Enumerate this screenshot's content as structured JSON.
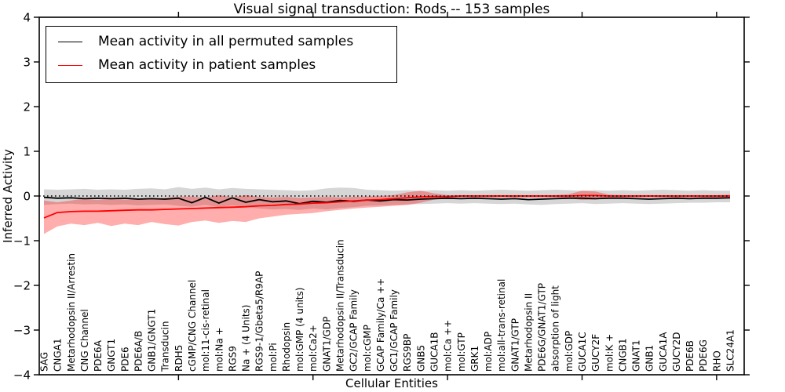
{
  "figure": {
    "title": "Visual signal transduction: Rods -- 153 samples",
    "xlabel": "Cellular Entities",
    "ylabel": "Inferred Activity"
  },
  "chart_data": {
    "type": "line",
    "title": "Visual signal transduction: Rods -- 153 samples",
    "xlabel": "Cellular Entities",
    "ylabel": "Inferred Activity",
    "ylim": [
      -4,
      4
    ],
    "yticks": [
      -4,
      -3,
      -2,
      -1,
      0,
      1,
      2,
      3,
      4
    ],
    "x_major_tick_step": 10,
    "grid": false,
    "legend_position": "upper left",
    "zero_reference_line": {
      "y": 0,
      "style": "dotted",
      "color": "#000000"
    },
    "categories": [
      "SAG",
      "CNGA1",
      "Metarhodopsin II/Arrestin",
      "CNG Channel",
      "PDE6A",
      "GNGT1",
      "PDE6",
      "PDE6A/B",
      "GNB1/GNGT1",
      "Transducin",
      "RDH5",
      "cGMP/CNG Channel",
      "mol:11-cis-retinal",
      "mol:Na +",
      "RGS9",
      "Na + (4 Units)",
      "RGS9-1/Gbeta5/R9AP",
      "mol:Pi",
      "Rhodopsin",
      "mol:GMP (4 units)",
      "mol:Ca2+",
      "GNAT1/GDP",
      "Metarhodopsin II/Transducin",
      "GC2/GCAP Family",
      "mol:cGMP",
      "GCAP Family/Ca ++",
      "GC1/GCAP Family",
      "RGS9BP",
      "GNB5",
      "GUCA1B",
      "mol:Ca ++",
      "mol:GTP",
      "GRK1",
      "mol:ADP",
      "mol:all-trans-retinal",
      "GNAT1/GTP",
      "Metarhodopsin II",
      "PDE6G/GNAT1/GTP",
      "absorption of light",
      "mol:GDP",
      "GUCA1C",
      "GUCY2F",
      "mol:K +",
      "CNGB1",
      "GNAT1",
      "GNB1",
      "GUCA1A",
      "GUCY2D",
      "PDE6B",
      "PDE6G",
      "RHO",
      "SLC24A1"
    ],
    "series": [
      {
        "name": "Mean activity in all permuted samples",
        "color": "#000000",
        "band_color": "rgba(0,0,0,0.16)",
        "values": [
          -0.03,
          -0.05,
          -0.04,
          -0.06,
          -0.05,
          -0.06,
          -0.05,
          -0.07,
          -0.06,
          -0.07,
          -0.05,
          -0.15,
          -0.03,
          -0.16,
          -0.04,
          -0.14,
          -0.08,
          -0.13,
          -0.11,
          -0.17,
          -0.12,
          -0.14,
          -0.1,
          -0.12,
          -0.09,
          -0.11,
          -0.08,
          -0.09,
          -0.07,
          -0.06,
          -0.05,
          -0.06,
          -0.05,
          -0.06,
          -0.07,
          -0.06,
          -0.08,
          -0.07,
          -0.06,
          -0.05,
          -0.05,
          -0.06,
          -0.05,
          -0.05,
          -0.06,
          -0.07,
          -0.06,
          -0.05,
          -0.06,
          -0.05,
          -0.05,
          -0.04
        ],
        "band_hi": [
          0.15,
          0.14,
          0.15,
          0.16,
          0.14,
          0.15,
          0.14,
          0.16,
          0.17,
          0.15,
          0.2,
          0.16,
          0.19,
          0.15,
          0.18,
          0.16,
          0.15,
          0.14,
          0.13,
          0.12,
          0.13,
          0.17,
          0.19,
          0.18,
          0.14,
          0.13,
          0.12,
          0.13,
          0.12,
          0.13,
          0.12,
          0.13,
          0.12,
          0.13,
          0.14,
          0.13,
          0.12,
          0.13,
          0.14,
          0.13,
          0.12,
          0.13,
          0.12,
          0.13,
          0.12,
          0.13,
          0.14,
          0.13,
          0.12,
          0.13,
          0.12,
          0.12
        ],
        "band_lo": [
          -0.2,
          -0.18,
          -0.17,
          -0.19,
          -0.18,
          -0.2,
          -0.19,
          -0.21,
          -0.2,
          -0.19,
          -0.22,
          -0.24,
          -0.2,
          -0.25,
          -0.21,
          -0.24,
          -0.28,
          -0.3,
          -0.29,
          -0.31,
          -0.28,
          -0.3,
          -0.27,
          -0.25,
          -0.22,
          -0.21,
          -0.2,
          -0.19,
          -0.18,
          -0.17,
          -0.16,
          -0.17,
          -0.16,
          -0.17,
          -0.18,
          -0.17,
          -0.19,
          -0.2,
          -0.18,
          -0.17,
          -0.16,
          -0.18,
          -0.17,
          -0.16,
          -0.17,
          -0.18,
          -0.17,
          -0.16,
          -0.15,
          -0.15,
          -0.14,
          -0.14
        ]
      },
      {
        "name": "Mean activity in patient samples",
        "color": "#ff0000",
        "band_color": "rgba(255,0,0,0.32)",
        "values": [
          -0.49,
          -0.37,
          -0.35,
          -0.34,
          -0.34,
          -0.33,
          -0.32,
          -0.31,
          -0.31,
          -0.3,
          -0.29,
          -0.28,
          -0.27,
          -0.26,
          -0.25,
          -0.24,
          -0.22,
          -0.21,
          -0.19,
          -0.18,
          -0.16,
          -0.15,
          -0.13,
          -0.11,
          -0.09,
          -0.08,
          -0.06,
          -0.04,
          -0.02,
          -0.01,
          -0.01,
          0.0,
          0.0,
          0.0,
          0.0,
          0.0,
          0.0,
          0.0,
          0.0,
          0.0,
          0.01,
          0.01,
          0.0,
          0.0,
          0.0,
          0.0,
          0.0,
          0.0,
          0.0,
          0.0,
          0.0,
          0.0
        ],
        "band_hi": [
          -0.1,
          -0.14,
          -0.1,
          -0.06,
          -0.09,
          -0.05,
          -0.08,
          -0.06,
          -0.07,
          -0.04,
          -0.02,
          -0.01,
          -0.04,
          0.02,
          -0.03,
          0.02,
          -0.02,
          -0.03,
          -0.02,
          -0.04,
          -0.03,
          -0.02,
          -0.03,
          -0.02,
          -0.01,
          0.0,
          0.02,
          0.08,
          0.12,
          0.06,
          0.02,
          0.02,
          0.02,
          0.02,
          0.02,
          0.02,
          0.02,
          0.02,
          0.02,
          0.04,
          0.12,
          0.1,
          0.03,
          0.02,
          0.02,
          0.02,
          0.02,
          0.02,
          0.02,
          0.02,
          0.02,
          0.03
        ],
        "band_lo": [
          -0.85,
          -0.68,
          -0.62,
          -0.65,
          -0.6,
          -0.67,
          -0.62,
          -0.65,
          -0.58,
          -0.63,
          -0.66,
          -0.58,
          -0.55,
          -0.6,
          -0.56,
          -0.58,
          -0.5,
          -0.46,
          -0.42,
          -0.4,
          -0.38,
          -0.34,
          -0.31,
          -0.28,
          -0.26,
          -0.24,
          -0.22,
          -0.2,
          -0.15,
          -0.08,
          -0.04,
          -0.03,
          -0.03,
          -0.03,
          -0.03,
          -0.03,
          -0.03,
          -0.03,
          -0.03,
          -0.05,
          -0.09,
          -0.08,
          -0.04,
          -0.03,
          -0.03,
          -0.03,
          -0.03,
          -0.03,
          -0.03,
          -0.03,
          -0.03,
          -0.04
        ]
      }
    ]
  }
}
